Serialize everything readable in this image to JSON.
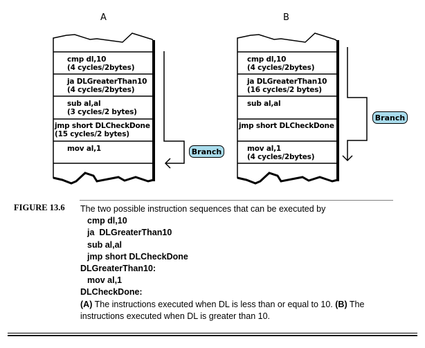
{
  "panels": [
    {
      "label": "A",
      "cells": [
        "cmp dl,10\n(4 cycles/2bytes)",
        "ja DLGreaterThan10\n(4 cycles/2bytes)",
        "sub al,al\n(3 cycles/2 bytes)",
        "jmp short DLCheckDone\n(15 cycles/2 bytes)",
        "mov al,1"
      ],
      "badge": "Branch"
    },
    {
      "label": "B",
      "cells": [
        "cmp dl,10\n(4 cycles/2bytes)",
        "ja DLGreaterThan10\n(16 cycles/2 bytes)",
        "sub al,al",
        "jmp short DLCheckDone",
        "mov al,1\n(4 cycles/2bytes)"
      ],
      "badge": "Branch"
    }
  ],
  "figure": {
    "label": "FIGURE 13.6",
    "intro": "The two possible instruction sequences that can be executed by",
    "code_lines": [
      "cmp dl,10",
      "ja  DLGreaterThan10",
      "sub al,al",
      "jmp short DLCheckDone",
      "DLGreaterThan10:",
      "mov al,1",
      "DLCheckDone:"
    ],
    "caption_a_tag": "(A)",
    "caption_a_text": " The instructions executed when DL is less than or equal to 10. ",
    "caption_b_tag": "(B)",
    "caption_b_text": " The",
    "caption_line2": "instructions executed when DL is greater than 10."
  },
  "colors": {
    "badge_fill": "#a9dcec"
  }
}
